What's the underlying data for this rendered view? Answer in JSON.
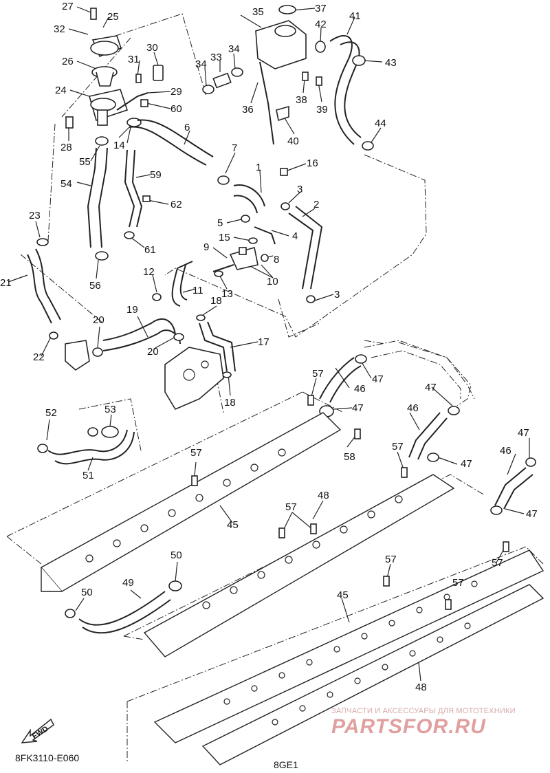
{
  "diagram": {
    "callouts": [
      "1",
      "2",
      "3",
      "4",
      "5",
      "6",
      "7",
      "8",
      "9",
      "10",
      "11",
      "12",
      "13",
      "14",
      "15",
      "16",
      "17",
      "18",
      "19",
      "20",
      "21",
      "22",
      "23",
      "24",
      "25",
      "26",
      "27",
      "28",
      "29",
      "30",
      "31",
      "32",
      "33",
      "34",
      "35",
      "36",
      "37",
      "38",
      "39",
      "40",
      "41",
      "42",
      "43",
      "44",
      "45",
      "46",
      "47",
      "48",
      "49",
      "50",
      "51",
      "52",
      "53",
      "54",
      "55",
      "56",
      "57",
      "58",
      "59",
      "60",
      "61",
      "62"
    ],
    "fwd_label": "FWD",
    "code_left": "8FK3110-E060",
    "code_right": "8GE1"
  },
  "watermark": {
    "line1": "ЗАПЧАСТИ И АКСЕССУАРЫ ДЛЯ МОТОТЕХНИКИ",
    "line2": "PARTSFOR.RU"
  },
  "colors": {
    "ink": "#222222",
    "watermark": "#e0a0a0"
  }
}
